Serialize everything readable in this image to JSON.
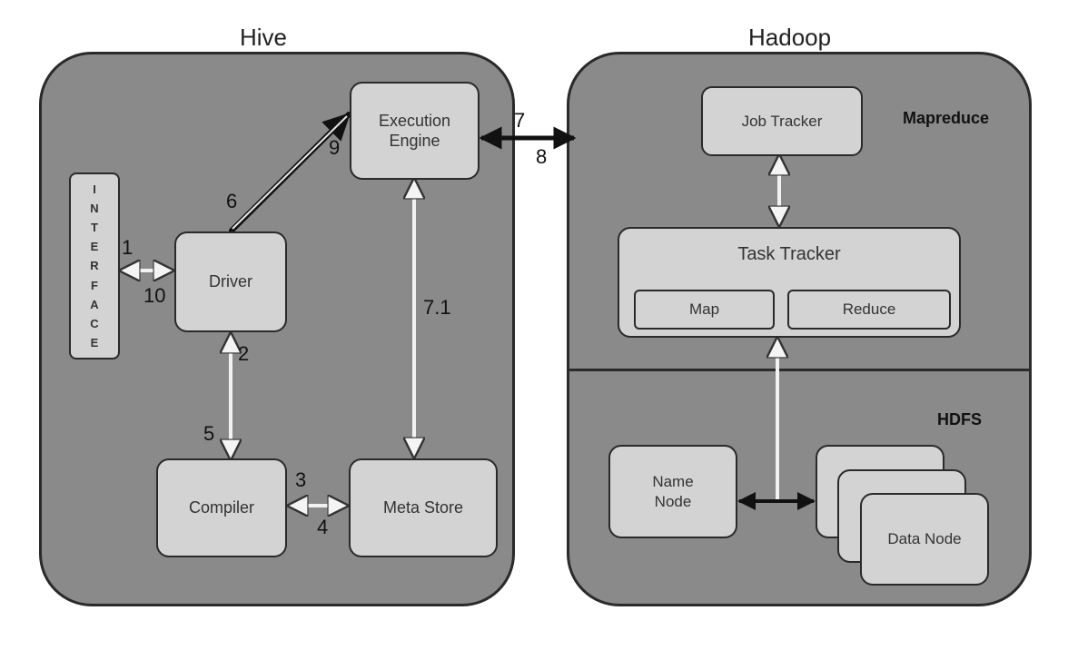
{
  "hive": {
    "title": "Hive",
    "interface_letters": [
      "I",
      "N",
      "T",
      "E",
      "R",
      "F",
      "A",
      "C",
      "E"
    ],
    "driver": "Driver",
    "execution_engine": "Execution\nEngine",
    "compiler": "Compiler",
    "meta_store": "Meta Store"
  },
  "hadoop": {
    "title": "Hadoop",
    "mapreduce_label": "Mapreduce",
    "hdfs_label": "HDFS",
    "job_tracker": "Job Tracker",
    "task_tracker": "Task Tracker",
    "map": "Map",
    "reduce": "Reduce",
    "name_node": "Name\nNode",
    "data_node": "Data Node"
  },
  "steps": {
    "s1": "1",
    "s10": "10",
    "s2": "2",
    "s5": "5",
    "s6": "6",
    "s9": "9",
    "s3": "3",
    "s4": "4",
    "s71": "7.1",
    "s7": "7",
    "s8": "8"
  }
}
